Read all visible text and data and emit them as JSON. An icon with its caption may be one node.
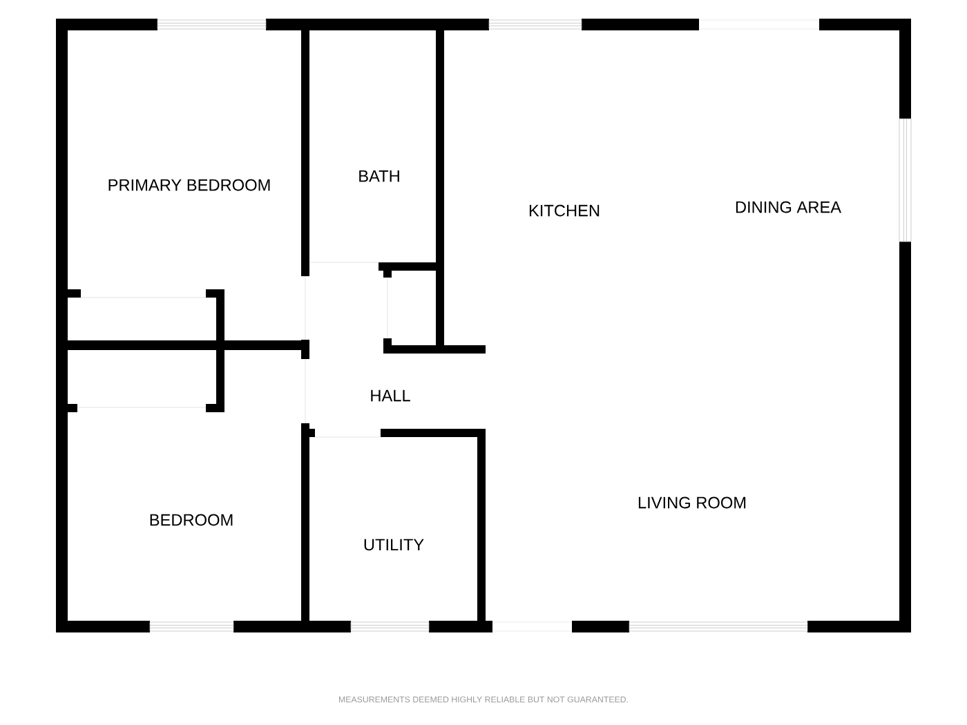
{
  "diagram": {
    "labels": [
      "DINING AREA",
      "BATH",
      "PRIMARY BEDROOM",
      "KITCHEN",
      "HALL",
      "LIVING ROOM",
      "BEDROOM",
      "UTILITY",
      "MEASUREMENTS DEEMED HIGHLY RELIABLE BUT NOT GUARANTEED."
    ]
  }
}
